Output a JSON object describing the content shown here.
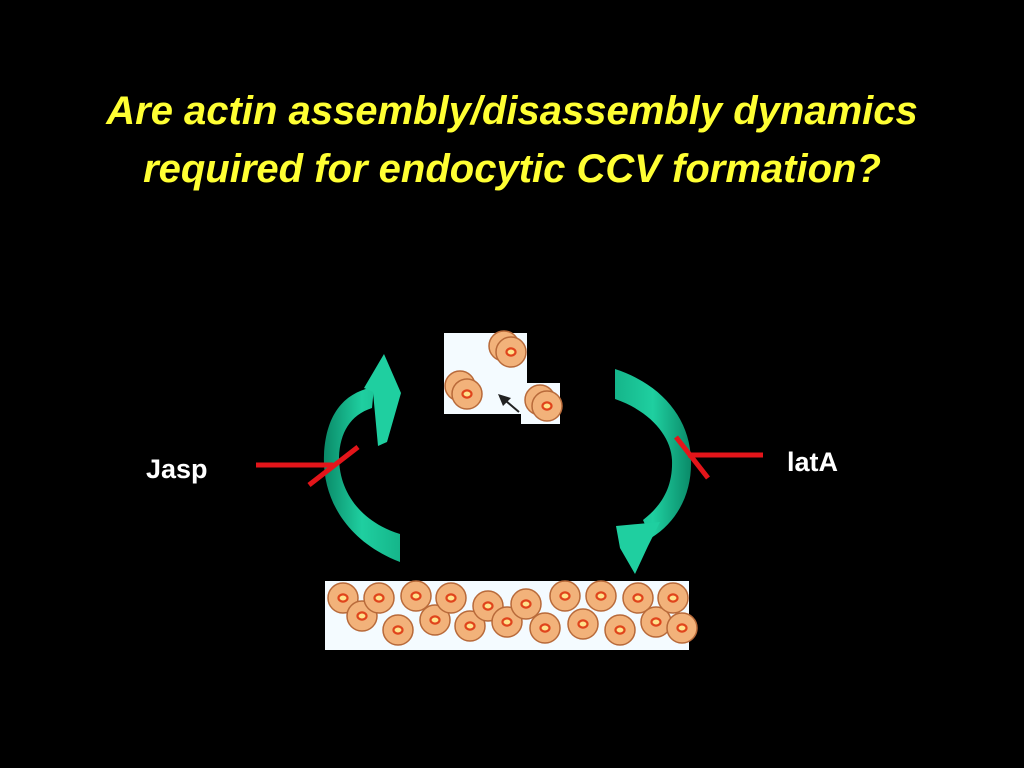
{
  "slide": {
    "title_line1": "Are actin assembly/disassembly dynamics",
    "title_line2": "required for endocytic CCV formation?"
  },
  "labels": {
    "left_drug": "Jasp",
    "right_drug": "latA"
  },
  "colors": {
    "background": "#000000",
    "title": "#ffff33",
    "arrow_light": "#1fcfa0",
    "arrow_dark": "#0a8a68",
    "inhibitor": "#e3151a",
    "monomer_fill": "#f2b27a",
    "monomer_center": "#e0441c",
    "monomer_outline": "#b86a3a",
    "panel_bg": "#f4fbff"
  },
  "diagram": {
    "top_panel": "actin-monomers",
    "bottom_panel": "actin-filament",
    "arrows": [
      "assembly-arrow-left",
      "disassembly-arrow-right"
    ],
    "inhibitors": [
      "jasp-inhibitor",
      "lata-inhibitor"
    ]
  }
}
